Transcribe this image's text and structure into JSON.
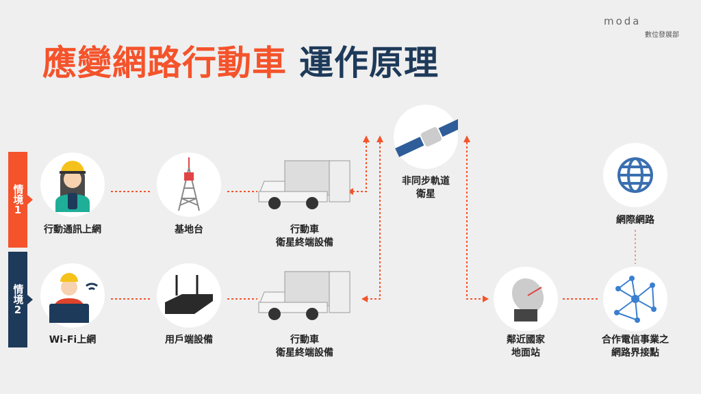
{
  "title": {
    "part1": "應變網路行動車",
    "part2": "運作原理"
  },
  "logo": {
    "brand": "moda",
    "org": "數位發展部"
  },
  "scenarios": [
    {
      "label": "情境",
      "num": "1"
    },
    {
      "label": "情境",
      "num": "2"
    }
  ],
  "nodes": {
    "mobile_user": "行動通訊上網",
    "base_station": "基地台",
    "truck1": [
      "行動車",
      "衛星終端設備"
    ],
    "wifi_user": "Wi-Fi上網",
    "cpe": "用戶端設備",
    "truck2": [
      "行動車",
      "衛星終端設備"
    ],
    "satellite": [
      "非同步軌道",
      "衛星"
    ],
    "internet": "網際網路",
    "ground_station": [
      "鄰近國家",
      "地面站"
    ],
    "interconnect": [
      "合作電信事業之",
      "網路界接點"
    ]
  },
  "colors": {
    "orange": "#f4532b",
    "navy": "#1e3a5a",
    "background": "#efefef"
  }
}
